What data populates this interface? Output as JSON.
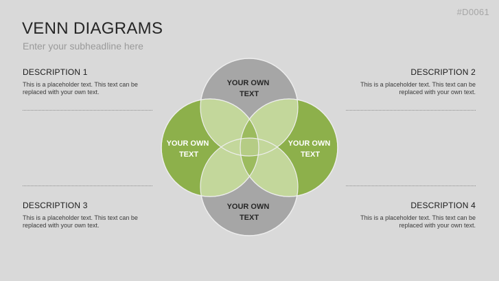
{
  "slide_id": "#D0061",
  "title": "VENN DIAGRAMS",
  "subtitle": "Enter your subheadline here",
  "descriptions": [
    {
      "heading": "DESCRIPTION 1",
      "text": "This is a placeholder text. This text can be replaced with your own text."
    },
    {
      "heading": "DESCRIPTION 2",
      "text": "This is a placeholder text. This text can be replaced with your own text."
    },
    {
      "heading": "DESCRIPTION 3",
      "text": "This is a placeholder text. This text can be replaced with your own text."
    },
    {
      "heading": "DESCRIPTION 4",
      "text": "This is a placeholder text. This text can be replaced with your own text."
    }
  ],
  "venn": {
    "top": {
      "line1": "YOUR OWN",
      "line2": "TEXT"
    },
    "left": {
      "line1": "YOUR OWN",
      "line2": "TEXT"
    },
    "right": {
      "line1": "YOUR OWN",
      "line2": "TEXT"
    },
    "bottom": {
      "line1": "YOUR OWN",
      "line2": "TEXT"
    }
  },
  "colors": {
    "gray_circle": "#a6a6a6",
    "green_circle": "#8db04b",
    "green_overlap": "#c3d79b",
    "green_core": "#6d8f33"
  }
}
